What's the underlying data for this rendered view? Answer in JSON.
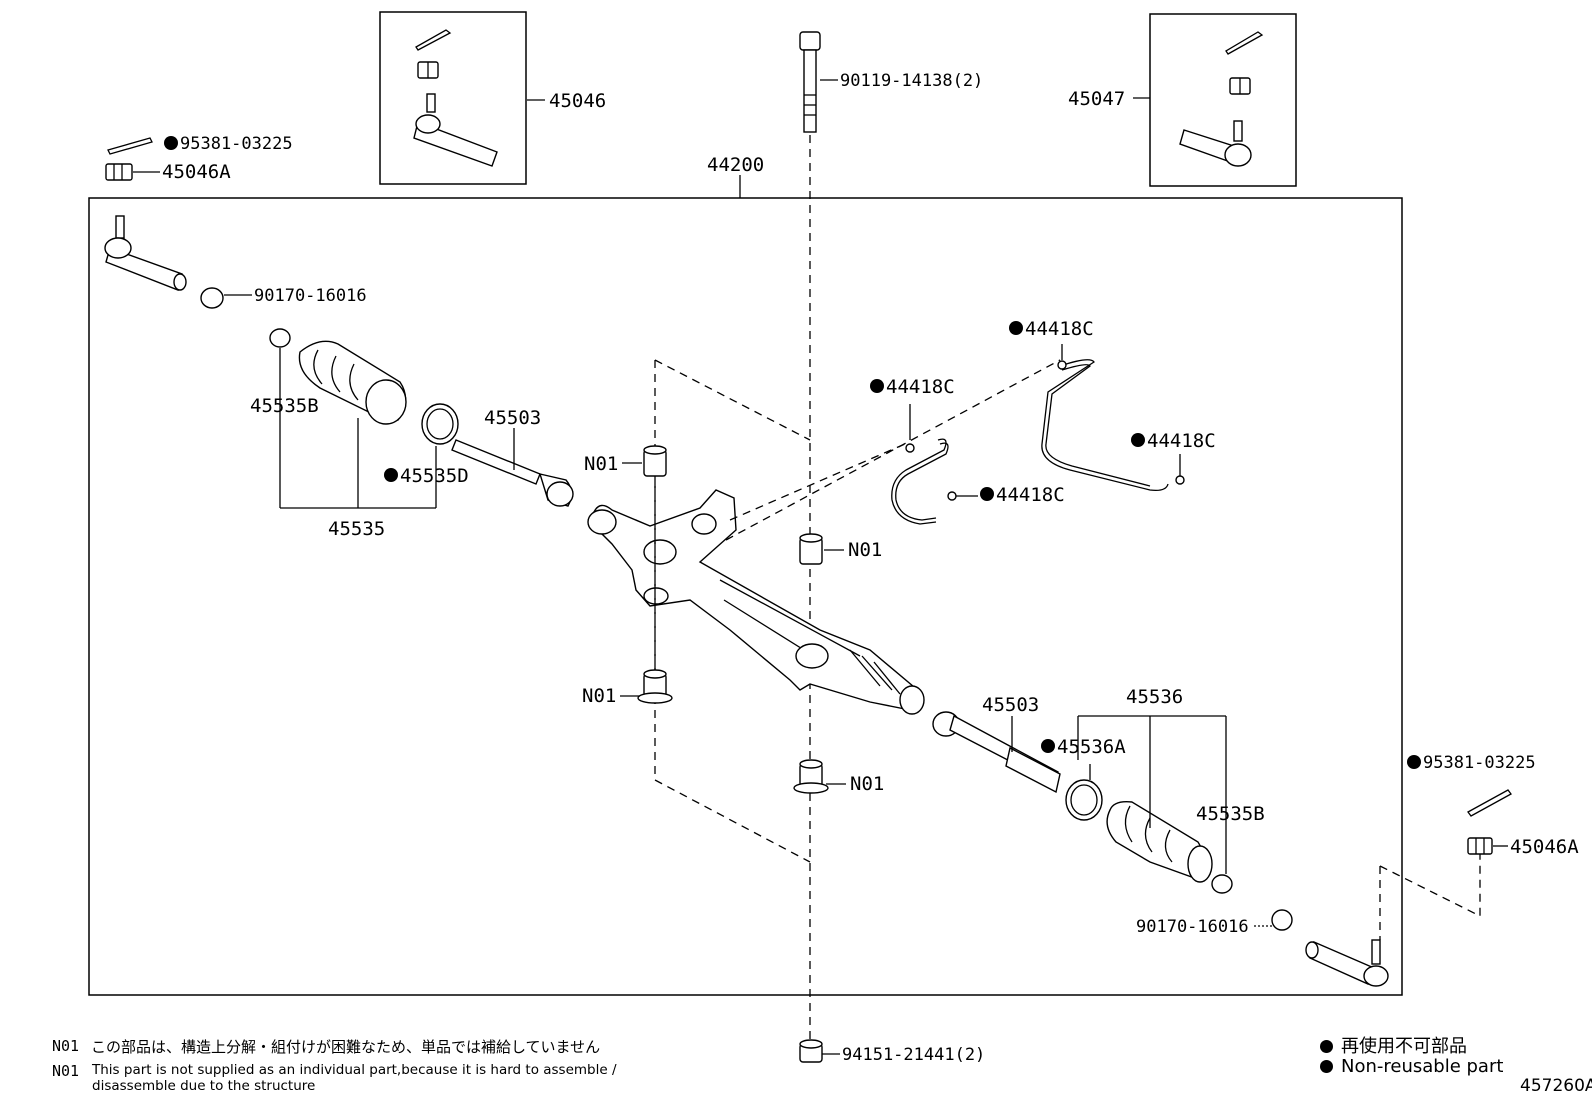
{
  "labels": {
    "p45046": "45046",
    "p45047": "45047",
    "p44200": "44200",
    "bolt_top": "90119-14138(2)",
    "nut_bottom": "94151-21441(2)",
    "pin_left": "95381-03225",
    "nut_left": "45046A",
    "pin_right": "95381-03225",
    "nut_right": "45046A",
    "cap_left": "90170-16016",
    "cap_right": "90170-16016",
    "clamp_left": "45535B",
    "boot_left": "45535",
    "clip_left": "45535D",
    "rod_left": "45503",
    "rod_right": "45503",
    "boot_right_grp": "45536",
    "clip_right": "45536A",
    "clamp_right": "45535B",
    "tube_a": "44418C",
    "tube_b": "44418C",
    "tube_c": "44418C",
    "tube_d": "44418C",
    "n01_a": "N01",
    "n01_b": "N01",
    "n01_c": "N01",
    "n01_d": "N01"
  },
  "notes": {
    "code": "N01",
    "jp": "この部品は、構造上分解・組付けが困難なため、単品では補給していません",
    "en_line1": "This part is not supplied as an individual part,because it is hard to assemble /",
    "en_line2": "disassemble due to the structure"
  },
  "legend": {
    "jp": "再使用不可部品",
    "en": "Non-reusable part"
  },
  "diagram_id": "457260A"
}
